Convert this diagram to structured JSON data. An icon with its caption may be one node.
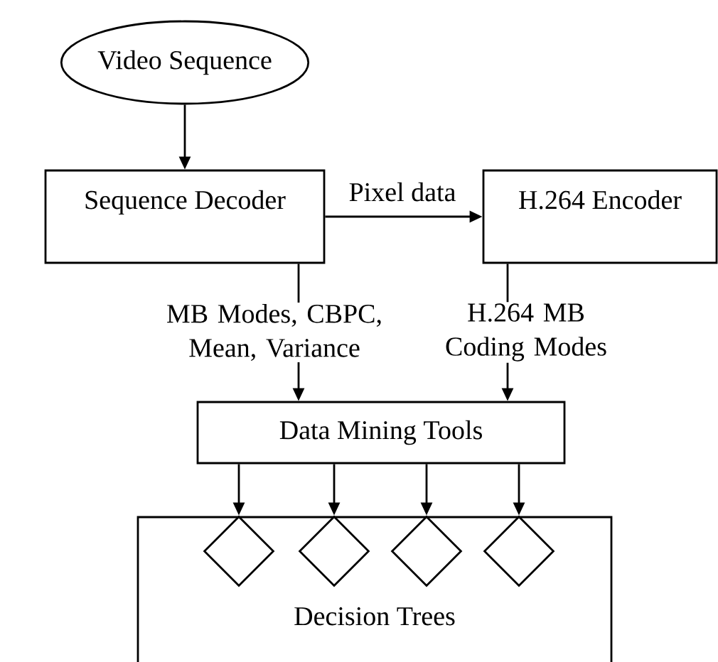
{
  "diagram": {
    "nodes": [
      {
        "text": [
          "Video Sequence"
        ]
      },
      {
        "text": [
          "Sequence Decoder"
        ]
      },
      {
        "text": [
          "H.264 Encoder"
        ]
      },
      {
        "text": [
          "Data Mining Tools"
        ]
      },
      {
        "text": [
          "Decision Trees"
        ]
      },
      {
        "text": [],
        "shape": "diamond",
        "in": 4
      },
      {
        "text": [],
        "shape": "diamond",
        "in": 4
      },
      {
        "text": [],
        "shape": "diamond",
        "in": 4
      },
      {
        "text": [],
        "shape": "diamond",
        "in": 4
      }
    ],
    "edges": [
      {
        "from": 0,
        "to": 1,
        "arrow": "to"
      },
      {
        "from": 1,
        "to": 2,
        "arrow": "to",
        "label": "Pixel data"
      },
      {
        "from": 1,
        "to": 3,
        "arrow": "to",
        "label": "MB Modes, CBPC, Mean, Variance"
      },
      {
        "from": 2,
        "to": 3,
        "arrow": "to",
        "label": "H.264 MB Coding Modes"
      },
      {
        "from": 3,
        "to": 5,
        "arrow": "to"
      },
      {
        "from": 3,
        "to": 6,
        "arrow": "to"
      },
      {
        "from": 3,
        "to": 7,
        "arrow": "to"
      },
      {
        "from": 3,
        "to": 8,
        "arrow": "to"
      }
    ]
  }
}
